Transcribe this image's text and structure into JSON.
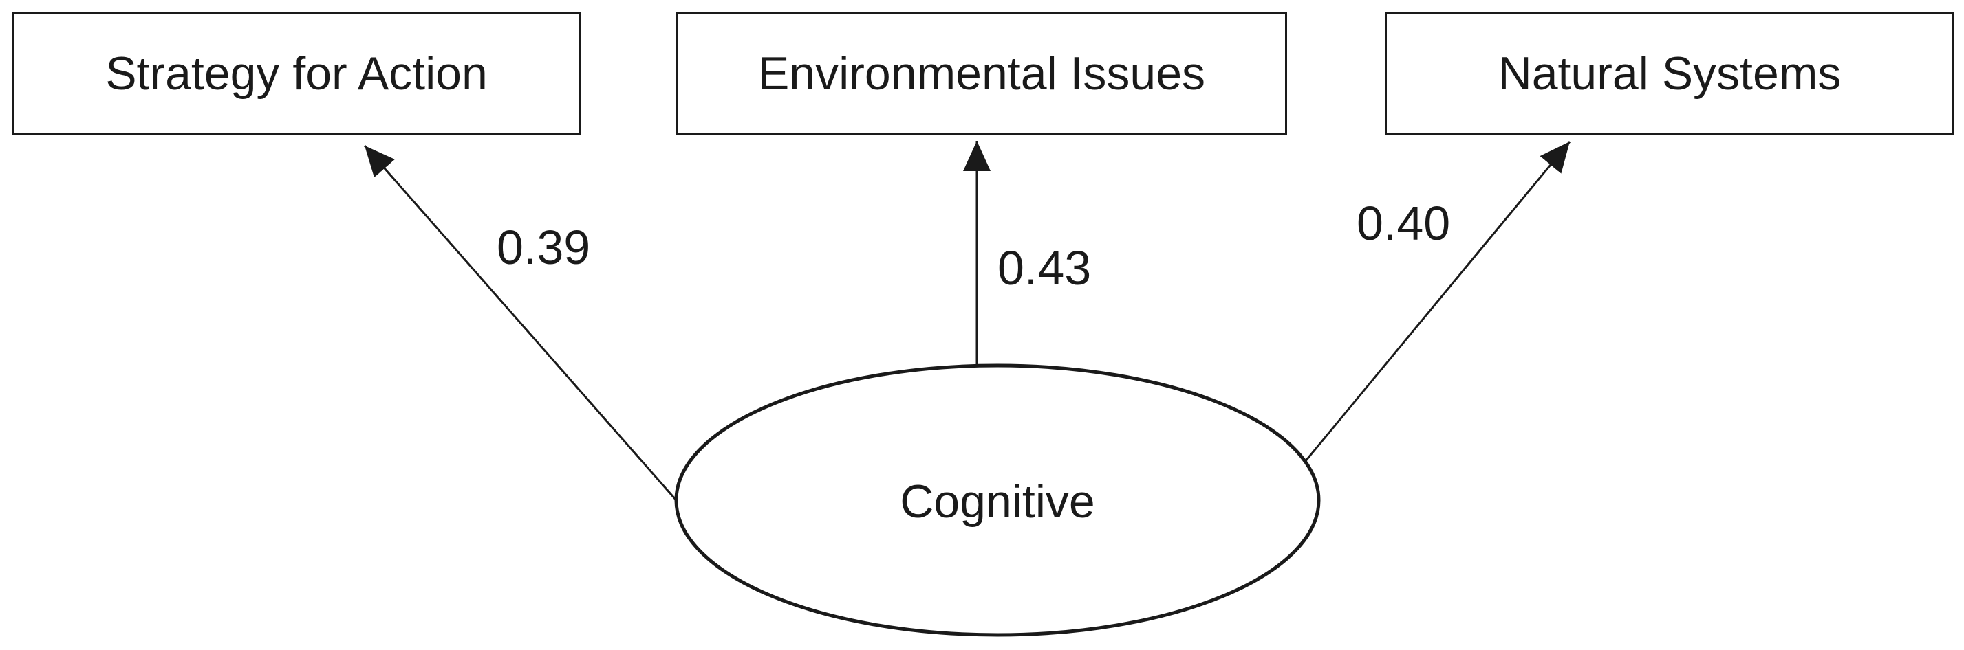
{
  "diagram": {
    "latent": {
      "label": "Cognitive"
    },
    "indicators": [
      {
        "label": "Strategy for Action",
        "weight": "0.39"
      },
      {
        "label": "Environmental Issues",
        "weight": "0.43"
      },
      {
        "label": "Natural Systems",
        "weight": "0.40"
      }
    ],
    "colors": {
      "line": "#1a1a1a",
      "background": "#ffffff"
    }
  }
}
